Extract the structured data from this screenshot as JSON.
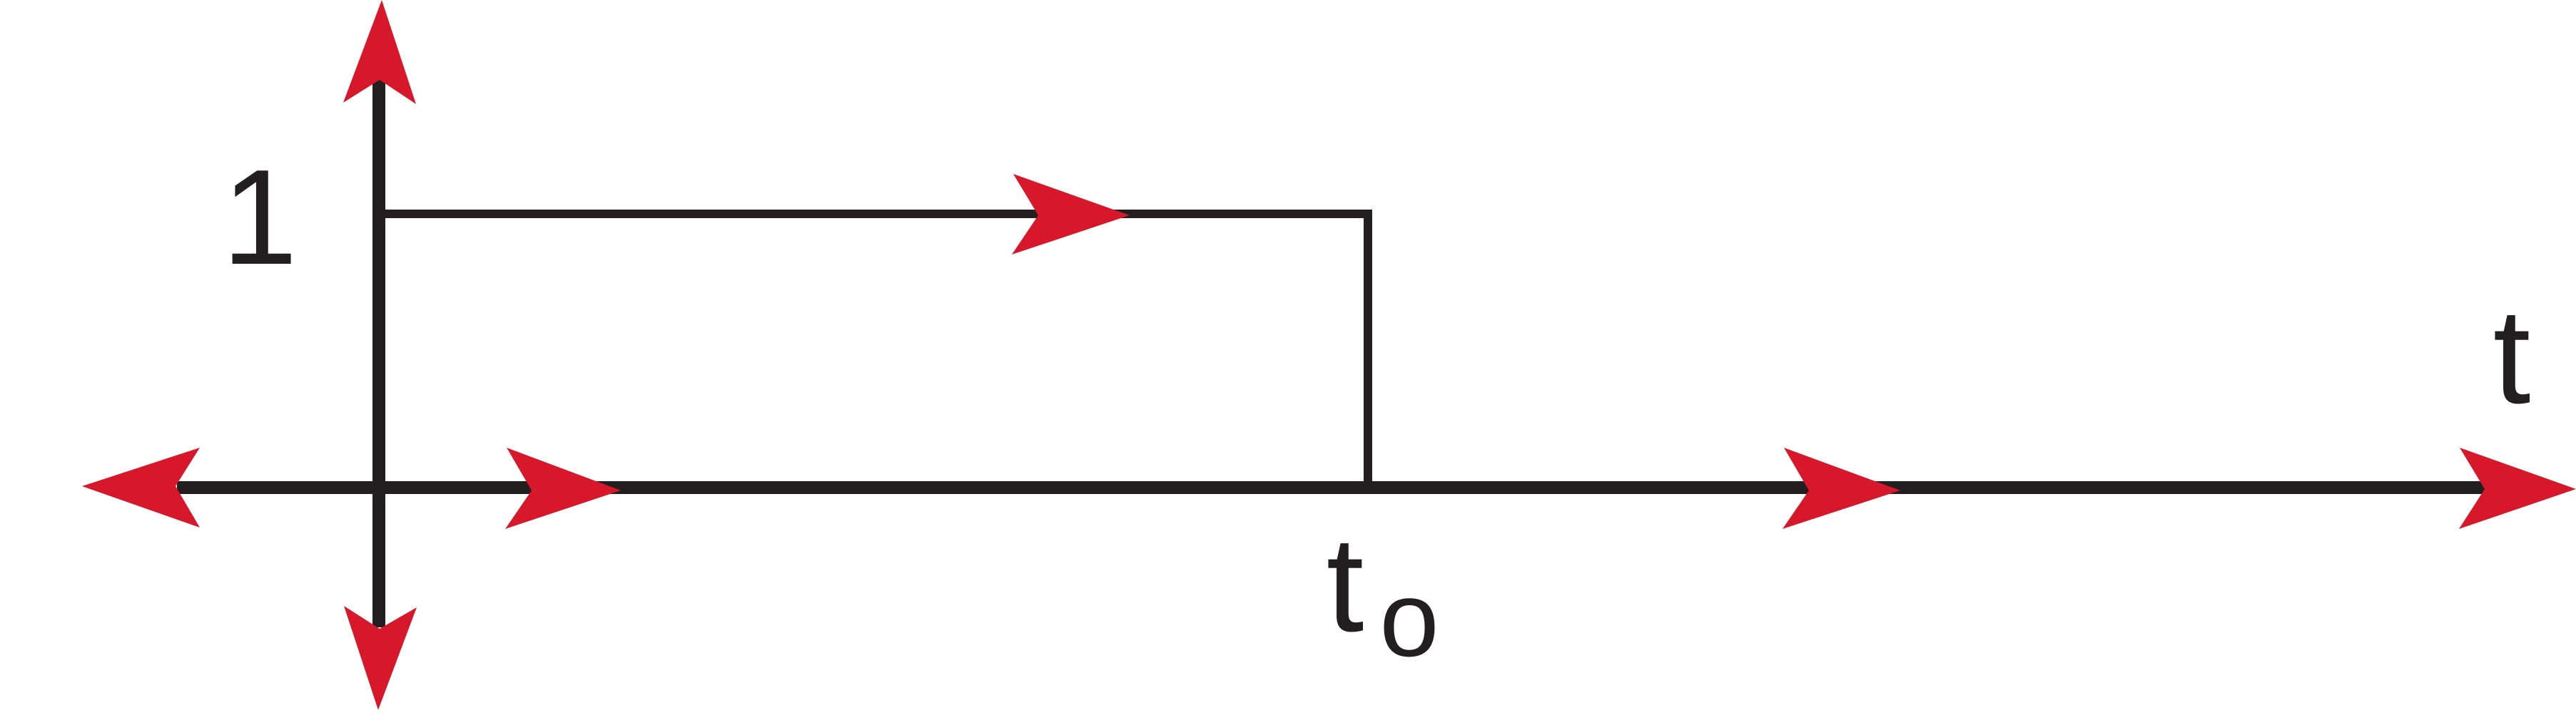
{
  "diagram": {
    "labels": {
      "y_value": "1",
      "x_axis": "t",
      "marker_t": "t",
      "marker_subscript": "o"
    },
    "colors": {
      "line": "#231f20",
      "arrow": "#d7182a",
      "background": "#ffffff"
    },
    "arrow_directions": [
      "left",
      "right",
      "right",
      "right",
      "up",
      "down",
      "right"
    ]
  }
}
